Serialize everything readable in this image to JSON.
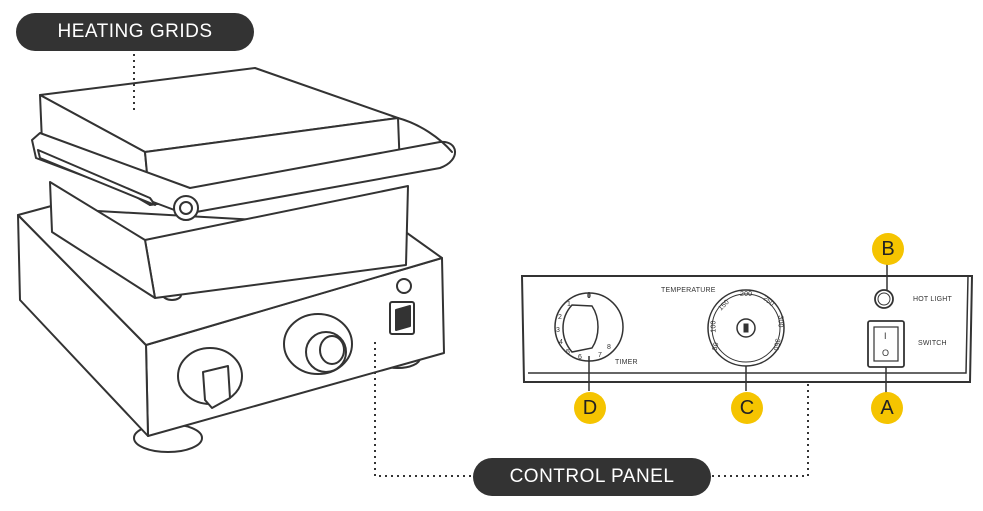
{
  "labels": {
    "heating_grids": "HEATING GRIDS",
    "control_panel": "CONTROL PANEL"
  },
  "panel": {
    "temperature": "TEMPERATURE",
    "timer": "TIMER",
    "hot_light": "HOT LIGHT",
    "switch": "SWITCH",
    "switch_on_symbol": "I",
    "switch_off_symbol": "O",
    "temp_scale": [
      "50",
      "100",
      "150",
      "200",
      "250",
      "300",
      "350"
    ],
    "timer_scale": [
      "0",
      "1",
      "2",
      "3",
      "4",
      "5",
      "6",
      "7",
      "8"
    ]
  },
  "callouts": {
    "a": "A",
    "b": "B",
    "c": "C",
    "d": "D"
  },
  "colors": {
    "badge": "#f5c400",
    "pill": "#333333",
    "line": "#333333"
  }
}
